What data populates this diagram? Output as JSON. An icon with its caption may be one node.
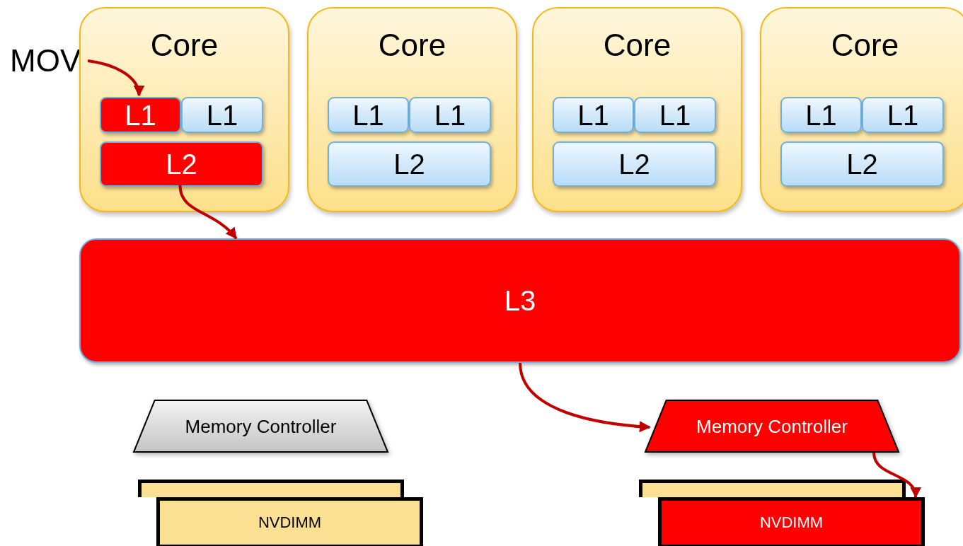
{
  "diagram": {
    "nodes": [
      {
        "text": [
          "MOV"
        ]
      },
      {
        "text": [
          "Core"
        ]
      },
      {
        "text": [
          "L1"
        ],
        "in": 1
      },
      {
        "text": [
          "L1"
        ],
        "in": 1
      },
      {
        "text": [
          "L2"
        ],
        "in": 1
      },
      {
        "text": [
          "Core"
        ]
      },
      {
        "text": [
          "L1"
        ],
        "in": 5
      },
      {
        "text": [
          "L1"
        ],
        "in": 5
      },
      {
        "text": [
          "L2"
        ],
        "in": 5
      },
      {
        "text": [
          "Core"
        ]
      },
      {
        "text": [
          "L1"
        ],
        "in": 9
      },
      {
        "text": [
          "L1"
        ],
        "in": 9
      },
      {
        "text": [
          "L2"
        ],
        "in": 9
      },
      {
        "text": [
          "Core"
        ]
      },
      {
        "text": [
          "L1"
        ],
        "in": 13
      },
      {
        "text": [
          "L1"
        ],
        "in": 13
      },
      {
        "text": [
          "L2"
        ],
        "in": 13
      },
      {
        "text": [
          "L3"
        ]
      },
      {
        "text": [
          "Memory Controller"
        ]
      },
      {
        "text": [],
        "shape": "box"
      },
      {
        "text": [
          "NVDIMM"
        ]
      },
      {
        "text": [
          "Memory Controller"
        ]
      },
      {
        "text": [],
        "shape": "box"
      },
      {
        "text": [
          "NVDIMM"
        ]
      }
    ],
    "edges": [
      {
        "from": 0,
        "to": 2,
        "arrow": "to"
      },
      {
        "from": 4,
        "to": 17,
        "arrow": "to"
      },
      {
        "from": 17,
        "to": 21,
        "arrow": "to"
      },
      {
        "from": 21,
        "to": 23,
        "arrow": "to"
      }
    ]
  }
}
